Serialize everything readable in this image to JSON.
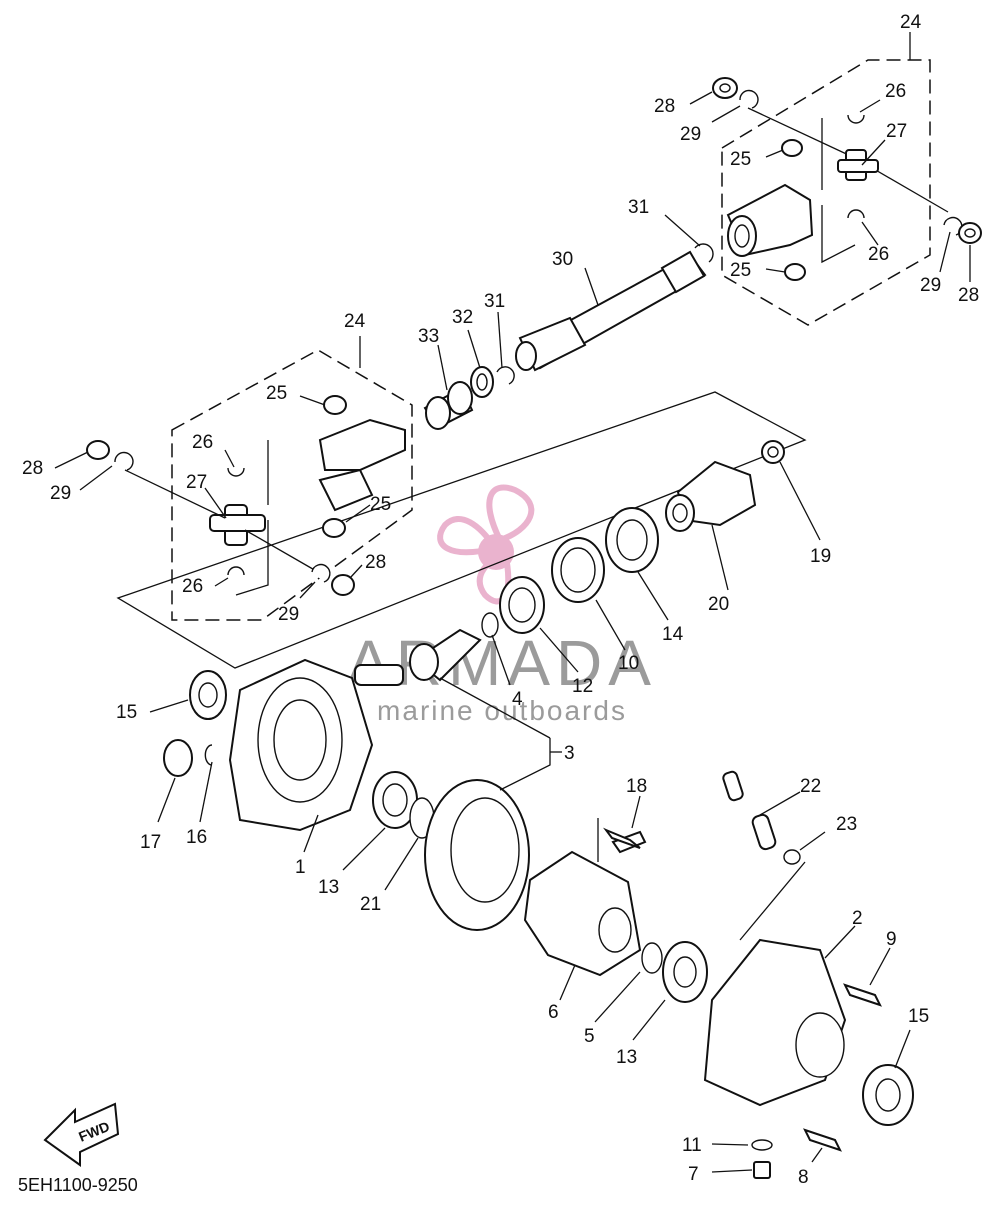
{
  "diagram_code": "5EH1100-9250",
  "brand": {
    "name": "ARMADA",
    "tagline": "marine outboards",
    "accent_color": "#e7a6c6",
    "text_color": "#8a8a8a"
  },
  "fwd_label": "FWD",
  "callouts": [
    {
      "id": "c24a",
      "label": "24"
    },
    {
      "id": "c26a",
      "label": "26"
    },
    {
      "id": "c28a",
      "label": "28"
    },
    {
      "id": "c27a",
      "label": "27"
    },
    {
      "id": "c29a",
      "label": "29"
    },
    {
      "id": "c25a",
      "label": "25"
    },
    {
      "id": "c25b",
      "label": "25"
    },
    {
      "id": "c26b",
      "label": "26"
    },
    {
      "id": "c29b",
      "label": "29"
    },
    {
      "id": "c28b",
      "label": "28"
    },
    {
      "id": "c31a",
      "label": "31"
    },
    {
      "id": "c30",
      "label": "30"
    },
    {
      "id": "c24b",
      "label": "24"
    },
    {
      "id": "c33",
      "label": "33"
    },
    {
      "id": "c32",
      "label": "32"
    },
    {
      "id": "c31b",
      "label": "31"
    },
    {
      "id": "c25c",
      "label": "25"
    },
    {
      "id": "c26c",
      "label": "26"
    },
    {
      "id": "c28c",
      "label": "28"
    },
    {
      "id": "c29c",
      "label": "29"
    },
    {
      "id": "c27b",
      "label": "27"
    },
    {
      "id": "c25d",
      "label": "25"
    },
    {
      "id": "c28d",
      "label": "28"
    },
    {
      "id": "c26d",
      "label": "26"
    },
    {
      "id": "c29d",
      "label": "29"
    },
    {
      "id": "c19",
      "label": "19"
    },
    {
      "id": "c20",
      "label": "20"
    },
    {
      "id": "c14",
      "label": "14"
    },
    {
      "id": "c10",
      "label": "10"
    },
    {
      "id": "c12",
      "label": "12"
    },
    {
      "id": "c4",
      "label": "4"
    },
    {
      "id": "c3",
      "label": "3"
    },
    {
      "id": "c15a",
      "label": "15"
    },
    {
      "id": "c17",
      "label": "17"
    },
    {
      "id": "c16",
      "label": "16"
    },
    {
      "id": "c1",
      "label": "1"
    },
    {
      "id": "c13a",
      "label": "13"
    },
    {
      "id": "c21",
      "label": "21"
    },
    {
      "id": "c18",
      "label": "18"
    },
    {
      "id": "c22",
      "label": "22"
    },
    {
      "id": "c23",
      "label": "23"
    },
    {
      "id": "c2",
      "label": "2"
    },
    {
      "id": "c9",
      "label": "9"
    },
    {
      "id": "c15b",
      "label": "15"
    },
    {
      "id": "c6",
      "label": "6"
    },
    {
      "id": "c5",
      "label": "5"
    },
    {
      "id": "c13b",
      "label": "13"
    },
    {
      "id": "c11",
      "label": "11"
    },
    {
      "id": "c7",
      "label": "7"
    },
    {
      "id": "c8",
      "label": "8"
    }
  ]
}
